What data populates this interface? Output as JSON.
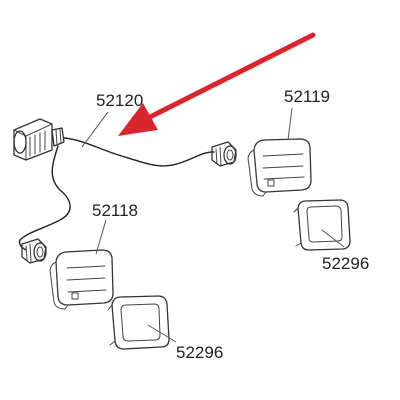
{
  "labels": {
    "cable": "52120",
    "lamp_right": "52119",
    "lamp_left": "52118",
    "gasket_right": "52296",
    "gasket_left": "52296"
  },
  "colors": {
    "arrow": "#d9262e",
    "line": "#333333",
    "background": "#ffffff"
  },
  "icons": {
    "plug": "13-pin-plug-icon",
    "connector": "bayonet-connector-icon"
  }
}
